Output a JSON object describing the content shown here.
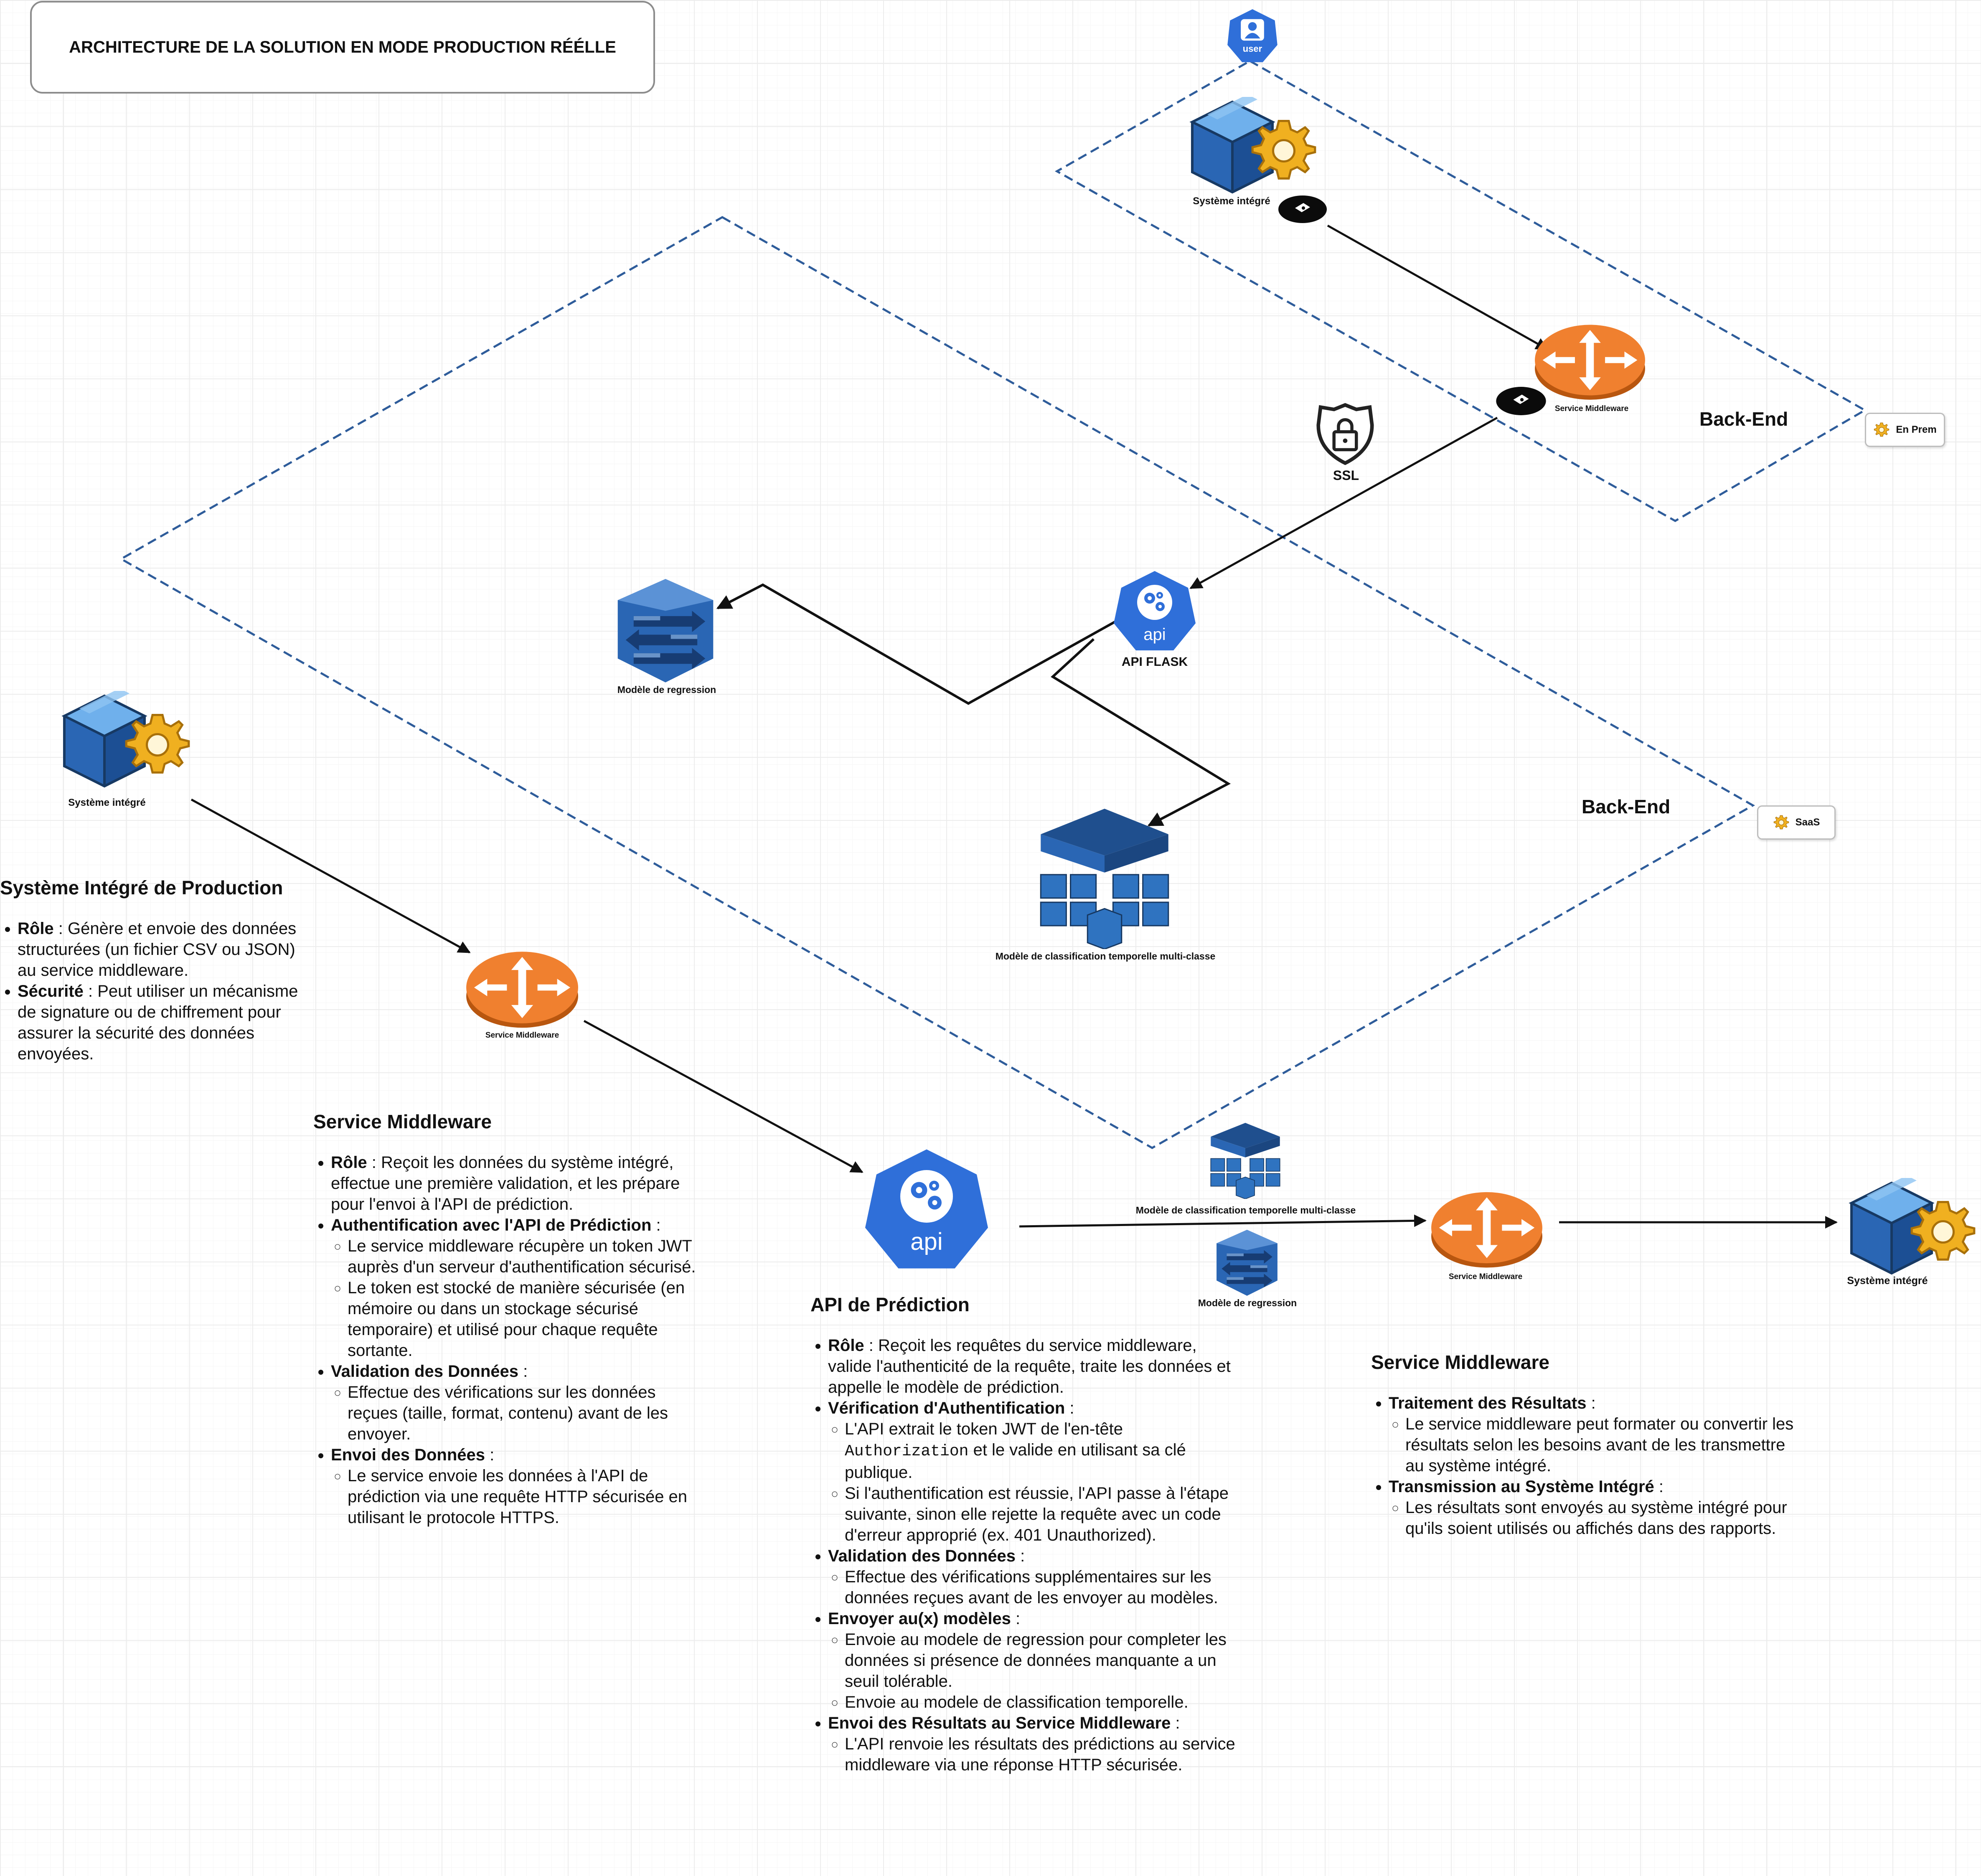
{
  "title": "ARCHITECTURE DE LA SOLUTION EN MODE PRODUCTION RÉÉLLE",
  "colors": {
    "zone_border": "#2e5c9a",
    "middleware_orange": "#f0802f",
    "api_blue": "#2f6fd9",
    "model_blue": "#2a66b4",
    "cube_blue": "#2f73c0",
    "gear_gold": "#f0b020",
    "connector": "#111111"
  },
  "icons": {
    "user": "user-icon",
    "integrated_system": "box-gear-icon",
    "middleware": "router-arrows-icon",
    "api": "kubernetes-api-icon",
    "regression_model": "stream-arrows-icon",
    "classification_model": "layered-cubes-icon",
    "ssl": "shield-lock-icon",
    "token": "key-tag-icon",
    "tag_gear": "gear-icon"
  },
  "nodes": {
    "user": "user",
    "enprem_system": "Système intégré",
    "enprem_middleware": "Service Middleware",
    "ssl": "SSL",
    "api_flask": "API FLASK",
    "regression_model": "Modèle de regression",
    "classification_model": "Modèle de classification temporelle multi-classe",
    "left_system": "Système intégré",
    "left_middleware": "Service Middleware",
    "api_prediction_icon": "api",
    "api_flask_icon": "api",
    "small_classification_model": "Modèle de classification temporelle multi-classe",
    "small_regression_model": "Modèle de regression",
    "right_middleware": "Service Middleware",
    "right_system": "Système intégré"
  },
  "zones": {
    "enprem": {
      "label": "Back-End",
      "tag": "En Prem"
    },
    "saas": {
      "label": "Back-End",
      "tag": "SaaS"
    }
  },
  "descriptions": {
    "system": {
      "title": "Système Intégré de Production",
      "items": [
        {
          "label": "Rôle",
          "text": " : Génère et envoie des données structurées (un fichier CSV ou JSON) au service middleware."
        },
        {
          "label": "Sécurité",
          "text": " : Peut utiliser un mécanisme de signature ou de chiffrement pour assurer la sécurité des données envoyées."
        }
      ]
    },
    "middleware": {
      "title": "Service Middleware",
      "items": [
        {
          "label": "Rôle",
          "text": " : Reçoit les données du système intégré, effectue une première validation, et les prépare pour l'envoi à l'API de prédiction.",
          "sub": []
        },
        {
          "label": "Authentification avec l'API de Prédiction",
          "text": " :",
          "sub": [
            "Le service middleware récupère un token JWT auprès d'un serveur d'authentification sécurisé.",
            "Le token est stocké de manière sécurisée (en mémoire ou dans un stockage sécurisé temporaire) et utilisé pour chaque requête sortante."
          ]
        },
        {
          "label": "Validation des Données",
          "text": " :",
          "sub": [
            "Effectue des vérifications sur les données reçues (taille, format, contenu) avant de les envoyer."
          ]
        },
        {
          "label": "Envoi des Données",
          "text": " :",
          "sub": [
            "Le service envoie les données à l'API de prédiction via une requête HTTP sécurisée en utilisant le protocole HTTPS."
          ]
        }
      ]
    },
    "api": {
      "title": "API de Prédiction",
      "role_label": "Rôle",
      "role_text": " : Reçoit les requêtes du service middleware, valide l'authenticité de la requête, traite les données et appelle le modèle de prédiction.",
      "auth_label": "Vérification d'Authentification",
      "auth_colon": " :",
      "auth_sub1_a": "L'API extrait le token JWT de l'en-tête ",
      "auth_sub1_code": "Authorization",
      "auth_sub1_b": " et le valide en utilisant sa clé publique.",
      "auth_sub2": "Si l'authentification est réussie, l'API passe à l'étape suivante, sinon elle rejette la requête avec un code d'erreur approprié (ex. 401 Unauthorized).",
      "valid_label": "Validation des Données",
      "valid_colon": " :",
      "valid_sub1": "Effectue des vérifications supplémentaires sur les données reçues avant de les envoyer au modèles.",
      "send_label": "Envoyer au(x) modèles",
      "send_colon": " :",
      "send_sub1": "Envoie au modele de regression pour completer les données si présence de données manquante a un seuil tolérable.",
      "send_sub2": "Envoie au modele de classification temporelle.",
      "return_label": "Envoi des Résultats au Service Middleware",
      "return_colon": " :",
      "return_sub1": "L'API renvoie les résultats des prédictions au service middleware via une réponse HTTP sécurisée."
    },
    "result": {
      "title": "Service Middleware",
      "items": [
        {
          "label": "Traitement des Résultats",
          "text": " :",
          "sub": [
            "Le service middleware peut formater ou convertir les résultats selon les besoins avant de les transmettre au système intégré."
          ]
        },
        {
          "label": "Transmission au Système Intégré",
          "text": " :",
          "sub": [
            "Les résultats sont envoyés au système intégré pour qu'ils soient utilisés ou affichés dans des rapports."
          ]
        }
      ]
    }
  }
}
